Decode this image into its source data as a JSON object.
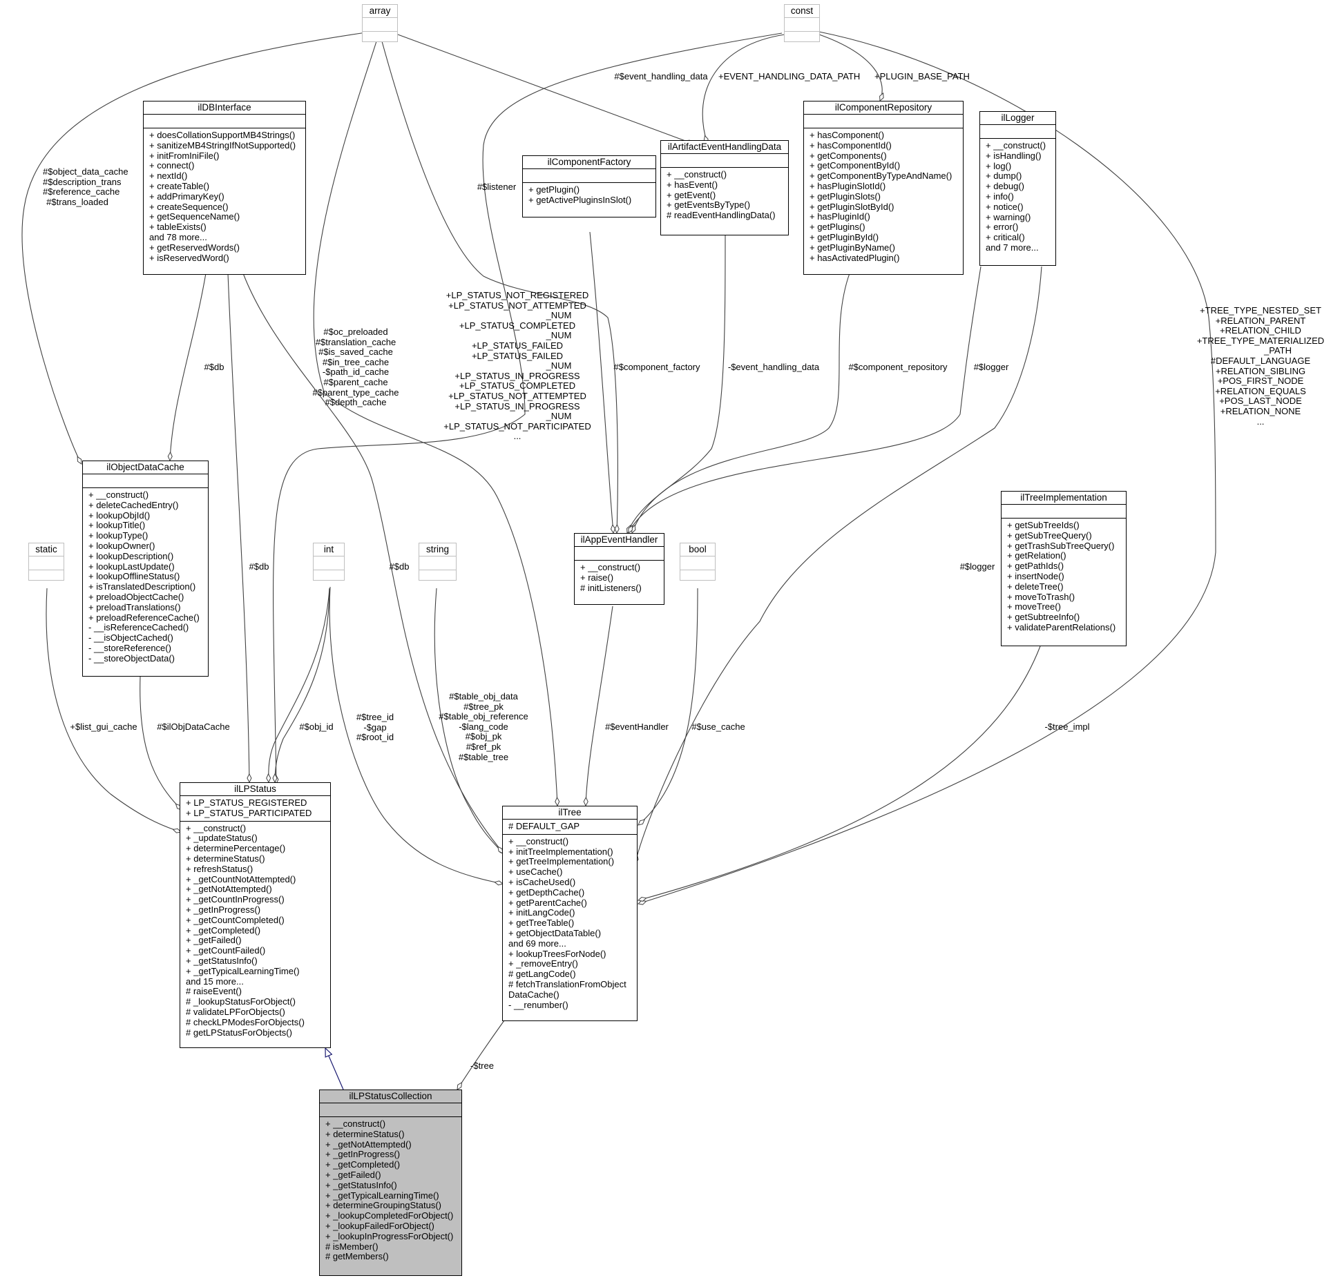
{
  "classes": {
    "array": {
      "name": "array",
      "attributes": [],
      "methods": []
    },
    "const": {
      "name": "const",
      "attributes": [],
      "methods": []
    },
    "static": {
      "name": "static",
      "attributes": [],
      "methods": []
    },
    "int": {
      "name": "int",
      "attributes": [],
      "methods": []
    },
    "string": {
      "name": "string",
      "attributes": [],
      "methods": []
    },
    "bool": {
      "name": "bool",
      "attributes": [],
      "methods": []
    },
    "ilDBInterface": {
      "name": "ilDBInterface",
      "attributes": [],
      "methods": [
        "+ doesCollationSupportMB4Strings()",
        "+ sanitizeMB4StringIfNotSupported()",
        "+ initFromIniFile()",
        "+ connect()",
        "+ nextId()",
        "+ createTable()",
        "+ addPrimaryKey()",
        "+ createSequence()",
        "+ getSequenceName()",
        "+ tableExists()",
        "and 78 more...",
        "+ getReservedWords()",
        "+ isReservedWord()"
      ]
    },
    "ilComponentFactory": {
      "name": "ilComponentFactory",
      "attributes": [],
      "methods": [
        "+ getPlugin()",
        "+ getActivePluginsInSlot()"
      ]
    },
    "ilArtifactEventHandlingData": {
      "name": "ilArtifactEventHandlingData",
      "attributes": [],
      "methods": [
        "+ __construct()",
        "+ hasEvent()",
        "+ getEvent()",
        "+ getEventsByType()",
        "# readEventHandlingData()"
      ]
    },
    "ilComponentRepository": {
      "name": "ilComponentRepository",
      "attributes": [],
      "methods": [
        "+ hasComponent()",
        "+ hasComponentId()",
        "+ getComponents()",
        "+ getComponentById()",
        "+ getComponentByTypeAndName()",
        "+ hasPluginSlotId()",
        "+ getPluginSlots()",
        "+ getPluginSlotById()",
        "+ hasPluginId()",
        "+ getPlugins()",
        "+ getPluginById()",
        "+ getPluginByName()",
        "+ hasActivatedPlugin()"
      ]
    },
    "ilLogger": {
      "name": "ilLogger",
      "attributes": [],
      "methods": [
        "+ __construct()",
        "+ isHandling()",
        "+ log()",
        "+ dump()",
        "+ debug()",
        "+ info()",
        "+ notice()",
        "+ warning()",
        "+ error()",
        "+ critical()",
        "and 7 more..."
      ]
    },
    "ilObjectDataCache": {
      "name": "ilObjectDataCache",
      "attributes": [],
      "methods": [
        "+ __construct()",
        "+ deleteCachedEntry()",
        "+ lookupObjId()",
        "+ lookupTitle()",
        "+ lookupType()",
        "+ lookupOwner()",
        "+ lookupDescription()",
        "+ lookupLastUpdate()",
        "+ lookupOfflineStatus()",
        "+ isTranslatedDescription()",
        "+ preloadObjectCache()",
        "+ preloadTranslations()",
        "+ preloadReferenceCache()",
        "- __isReferenceCached()",
        "- __isObjectCached()",
        "- __storeReference()",
        "- __storeObjectData()"
      ]
    },
    "ilAppEventHandler": {
      "name": "ilAppEventHandler",
      "attributes": [],
      "methods": [
        "+ __construct()",
        "+ raise()",
        "# initListeners()"
      ]
    },
    "ilTreeImplementation": {
      "name": "ilTreeImplementation",
      "attributes": [],
      "methods": [
        "+ getSubTreeIds()",
        "+ getSubTreeQuery()",
        "+ getTrashSubTreeQuery()",
        "+ getRelation()",
        "+ getPathIds()",
        "+ insertNode()",
        "+ deleteTree()",
        "+ moveToTrash()",
        "+ moveTree()",
        "+ getSubtreeInfo()",
        "+ validateParentRelations()"
      ]
    },
    "ilLPStatus": {
      "name": "ilLPStatus",
      "attributes": [
        "+ LP_STATUS_REGISTERED",
        "+ LP_STATUS_PARTICIPATED"
      ],
      "methods": [
        "+ __construct()",
        "+ _updateStatus()",
        "+ determinePercentage()",
        "+ determineStatus()",
        "+ refreshStatus()",
        "+ _getCountNotAttempted()",
        "+ _getNotAttempted()",
        "+ _getCountInProgress()",
        "+ _getInProgress()",
        "+ _getCountCompleted()",
        "+ _getCompleted()",
        "+ _getFailed()",
        "+ _getCountFailed()",
        "+ _getStatusInfo()",
        "+ _getTypicalLearningTime()",
        "and 15 more...",
        "# raiseEvent()",
        "# _lookupStatusForObject()",
        "# validateLPForObjects()",
        "# checkLPModesForObjects()",
        "# getLPStatusForObjects()"
      ]
    },
    "ilTree": {
      "name": "ilTree",
      "attributes": [
        "# DEFAULT_GAP"
      ],
      "methods": [
        "+ __construct()",
        "+ initTreeImplementation()",
        "+ getTreeImplementation()",
        "+ useCache()",
        "+ isCacheUsed()",
        "+ getDepthCache()",
        "+ getParentCache()",
        "+ initLangCode()",
        "+ getTreeTable()",
        "+ getObjectDataTable()",
        "and 69 more...",
        "+ lookupTreesForNode()",
        "+ _removeEntry()",
        "# getLangCode()",
        "# fetchTranslationFromObject",
        "DataCache()",
        "- __renumber()"
      ]
    },
    "ilLPStatusCollection": {
      "name": "ilLPStatusCollection",
      "attributes": [],
      "methods": [
        "+ __construct()",
        "+ determineStatus()",
        "+ _getNotAttempted()",
        "+ _getInProgress()",
        "+ _getCompleted()",
        "+ _getFailed()",
        "+ _getStatusInfo()",
        "+ _getTypicalLearningTime()",
        "+ determineGroupingStatus()",
        "+ _lookupCompletedForObject()",
        "+ _lookupFailedForObject()",
        "+ _lookupInProgressForObject()",
        "# isMember()",
        "# getMembers()"
      ]
    }
  },
  "labels": {
    "object_data_cache": [
      "#$object_data_cache",
      "#$description_trans",
      "#$reference_cache",
      "#$trans_loaded"
    ],
    "event_handling_data": [
      "#$event_handling_data"
    ],
    "event_handling_data_path": [
      "+EVENT_HANDLING_DATA_PATH"
    ],
    "plugin_base_path": [
      "+PLUGIN_BASE_PATH"
    ],
    "listener": [
      "#$listener"
    ],
    "lp_status_consts": [
      "+LP_STATUS_NOT_REGISTERED",
      "+LP_STATUS_NOT_ATTEMPTED",
      "_NUM",
      "+LP_STATUS_COMPLETED",
      "_NUM",
      "+LP_STATUS_FAILED",
      "+LP_STATUS_FAILED",
      "_NUM",
      "+LP_STATUS_IN_PROGRESS",
      "+LP_STATUS_COMPLETED",
      "+LP_STATUS_NOT_ATTEMPTED",
      "+LP_STATUS_IN_PROGRESS",
      "_NUM",
      "+LP_STATUS_NOT_PARTICIPATED",
      "..."
    ],
    "tree_caches": [
      "#$oc_preloaded",
      "#$translation_cache",
      "#$is_saved_cache",
      "#$in_tree_cache",
      "-$path_id_cache",
      "#$parent_cache",
      "#$parent_type_cache",
      "#$depth_cache"
    ],
    "db_objcache": [
      "#$db"
    ],
    "component_factory": [
      "#$component_factory"
    ],
    "event_handling_data_priv": [
      "-$event_handling_data"
    ],
    "component_repository": [
      "#$component_repository"
    ],
    "logger_top": [
      "#$logger"
    ],
    "tree_consts": [
      "+TREE_TYPE_NESTED_SET",
      "+RELATION_PARENT",
      "+RELATION_CHILD",
      "+TREE_TYPE_MATERIALIZED",
      "_PATH",
      "#DEFAULT_LANGUAGE",
      "+RELATION_SIBLING",
      "+POS_FIRST_NODE",
      "+RELATION_EQUALS",
      "+POS_LAST_NODE",
      "+RELATION_NONE",
      "..."
    ],
    "db_lpstatus": [
      "#$db"
    ],
    "db_tree": [
      "#$db"
    ],
    "logger_tree": [
      "#$logger"
    ],
    "list_gui_cache": [
      "+$list_gui_cache"
    ],
    "ilobjdatacache": [
      "#$ilObjDataCache"
    ],
    "obj_id": [
      "#$obj_id"
    ],
    "tree_id": [
      "#$tree_id",
      "-$gap",
      "#$root_id"
    ],
    "table_data": [
      "#$table_obj_data",
      "#$tree_pk",
      "#$table_obj_reference",
      "-$lang_code",
      "#$obj_pk",
      "#$ref_pk",
      "#$table_tree"
    ],
    "event_handler": [
      "#$eventHandler"
    ],
    "use_cache": [
      "#$use_cache"
    ],
    "tree_impl": [
      "-$tree_impl"
    ],
    "tree_member": [
      "-$tree"
    ]
  },
  "colors": {
    "edge": "#404040",
    "inheritance": "#191970",
    "focus_fill": "#bfbfbf",
    "builtin_border": "#bfbfbf"
  }
}
